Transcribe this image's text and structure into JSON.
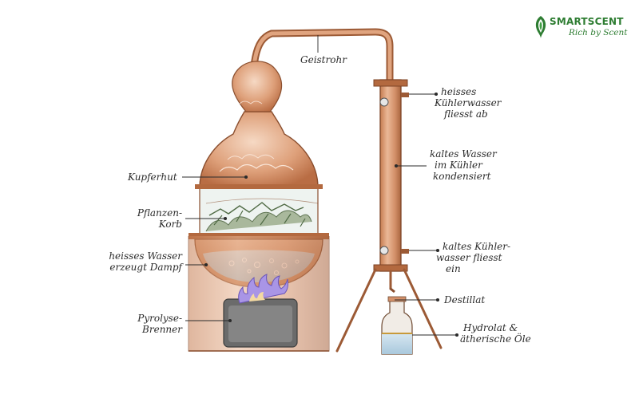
{
  "brand": {
    "name": "SMARTSCENT",
    "tagline": "Rich by Scent",
    "logo_icon": "leaf-logo-icon",
    "color": "#2e7d32"
  },
  "labels": {
    "geistrohr": "Geistrohr",
    "kupferhut": "Kupferhut",
    "pflanzenkorb_1": "Pflanzen-",
    "pflanzenkorb_2": "Korb",
    "heisses_wasser_1": "heisses Wasser",
    "heisses_wasser_2": "erzeugt Dampf",
    "brenner_1": "Pyrolyse-",
    "brenner_2": "Brenner",
    "kuehler_ab_1": "heisses",
    "kuehler_ab_2": "Kühlerwasser",
    "kuehler_ab_3": "fliesst ab",
    "kondensiert_1": "kaltes Wasser",
    "kondensiert_2": "im Kühler",
    "kondensiert_3": "kondensiert",
    "kuehler_ein_1": "kaltes Kühler-",
    "kuehler_ein_2": "wasser fliesst",
    "kuehler_ein_3": "ein",
    "destillat": "Destillat",
    "hydrolat_1": "Hydrolat &",
    "hydrolat_2": "ätherische Öle"
  },
  "colors": {
    "copper": "#d08a5e",
    "copper_dark": "#9c5a35",
    "copper_light": "#eab897",
    "water": "#bcd6e6",
    "flame": "#8f7ad6",
    "burner": "#6b6b6b",
    "ink": "#2b2b2b"
  }
}
